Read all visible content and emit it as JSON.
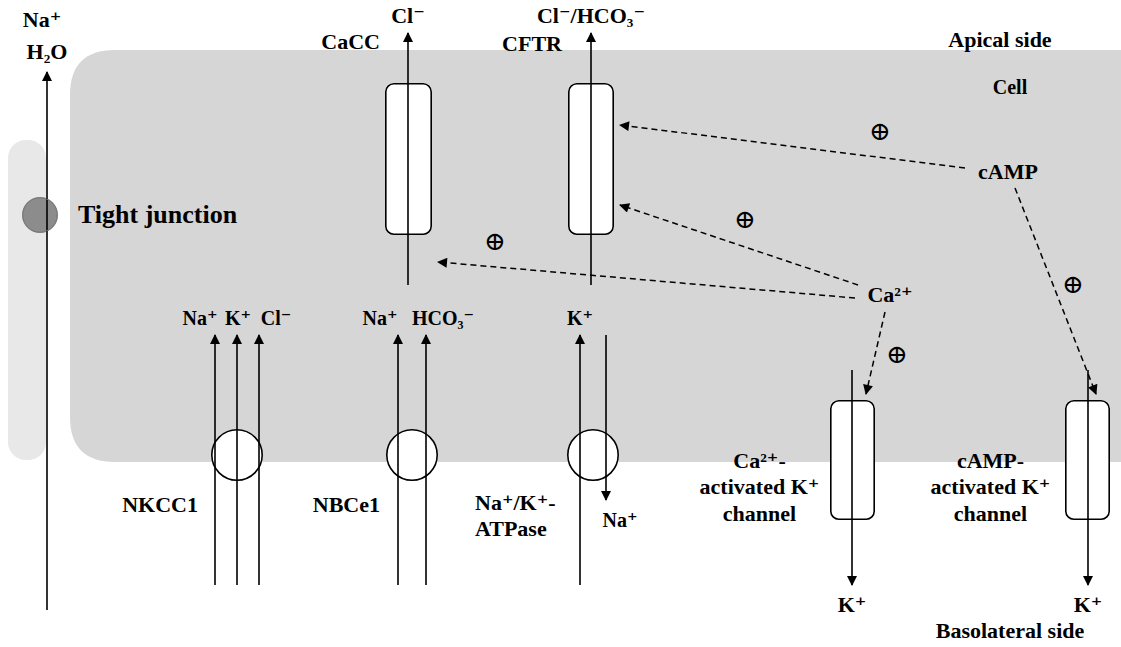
{
  "diagram": {
    "nodes": [
      {
        "text": [
          "Cell"
        ]
      },
      {
        "text": [
          "Tight junction"
        ]
      },
      {
        "text": [
          "CaCC"
        ]
      },
      {
        "text": [
          "CFTR"
        ]
      },
      {
        "text": [
          "NKCC1"
        ]
      },
      {
        "text": [
          "NBCe1"
        ]
      },
      {
        "text": [
          "Na⁺/K⁺- ATPase"
        ]
      },
      {
        "text": [
          "Ca²⁺- activated K⁺ channel"
        ]
      },
      {
        "text": [
          "cAMP- activated K⁺ channel"
        ]
      }
    ],
    "labels": [
      "Apical side",
      "Na⁺",
      "H₂O",
      "Cl⁻",
      "Cl⁻/HCO₃⁻",
      "cAMP",
      "⊕",
      "⊕",
      "⊕",
      "Ca²⁺",
      "⊕",
      "⊕",
      "Na⁺",
      "K⁺",
      "Cl⁻",
      "Na⁺",
      "HCO₃⁻",
      "K⁺",
      "Na⁺",
      "K⁺",
      "K⁺",
      "Basolateral side"
    ]
  }
}
